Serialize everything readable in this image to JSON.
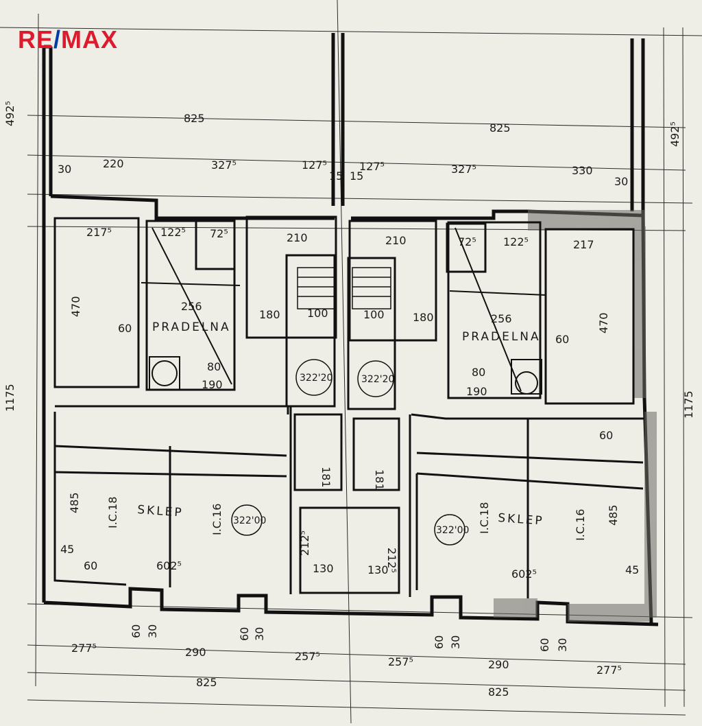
{
  "brand": {
    "text_re": "RE",
    "text_slash": "/",
    "text_max": "MAX",
    "color_red": "#dc1c2e",
    "color_blue": "#003da5"
  },
  "rooms": {
    "laundry_left": "PRADELNA",
    "laundry_right": "PRADELNA",
    "cellar_left": "SKLEP",
    "cellar_right": "SKLEP"
  },
  "levels": {
    "a": "322'20",
    "b": "322'20",
    "c": "322'00",
    "d": "322'00"
  },
  "dims": {
    "top_825_left": "825",
    "top_825_right": "825",
    "d30a": "30",
    "d220": "220",
    "d3275a": "327⁵",
    "d1275a": "127⁵",
    "d15a": "15",
    "d15b": "15",
    "d1275b": "127⁵",
    "d3275b": "327⁵",
    "d330": "330",
    "d30b": "30",
    "d4925_left": "492⁵",
    "d4925_right": "492⁵",
    "d1175_left": "1175",
    "d1175_right": "1175",
    "d2175": "217⁵",
    "d217": "217",
    "d470_left": "470",
    "d470_right": "470",
    "d60_a": "60",
    "d60_b": "60",
    "d60_c": "60",
    "d60_d": "60",
    "d1225_left": "122⁵",
    "d1225_right": "122⁵",
    "d725_left": "72⁵",
    "d725_right": "72⁵",
    "d256_left": "256",
    "d256_right": "256",
    "d210_left": "210",
    "d210_right": "210",
    "d100_left": "100",
    "d100_right": "100",
    "d180_left": "180",
    "d180_right": "180",
    "d80_left": "80",
    "d80_right": "80",
    "d190_left": "190",
    "d190_right": "190",
    "d485_left": "485",
    "d485_right": "485",
    "d6025_left": "602⁵",
    "d6025_right": "602⁵",
    "d181_left": "181",
    "d181_right": "181",
    "d2125_left": "212⁵",
    "d2125_right": "212⁵",
    "d130_left": "130",
    "d130_right": "130",
    "d45_a": "45",
    "d45_b": "45",
    "bot_2775_left": "277⁵",
    "bot_290_left": "290",
    "bot_2575_left": "257⁵",
    "bot_2575_right": "257⁵",
    "bot_290_right": "290",
    "bot_2775_right": "277⁵",
    "bot_825_left": "825",
    "bot_825_right": "825",
    "bot_60a": "60",
    "bot_30a": "30",
    "bot_60b": "60",
    "bot_30b": "30",
    "bot_60c": "60",
    "bot_30c": "30",
    "bot_60d": "60",
    "bot_30d": "30"
  },
  "markings": {
    "ic_left_a": "I.C.18",
    "ic_left_b": "I.C.16",
    "ic_right_a": "I.C.18",
    "ic_right_b": "I.C.16"
  }
}
